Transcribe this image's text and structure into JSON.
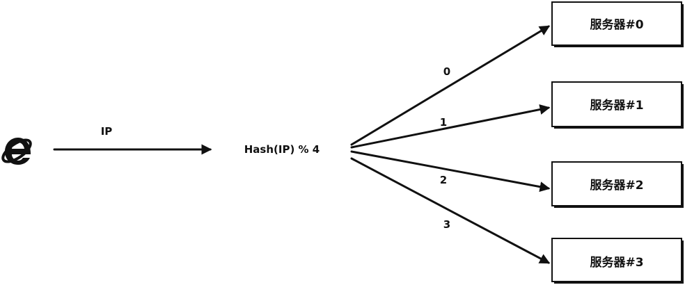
{
  "client": {
    "icon": "internet-explorer-icon"
  },
  "request": {
    "label": "IP"
  },
  "hash": {
    "label": "Hash(IP) % 4"
  },
  "routes": [
    {
      "index": "0",
      "server": "服务器#0"
    },
    {
      "index": "1",
      "server": "服务器#1"
    },
    {
      "index": "2",
      "server": "服务器#2"
    },
    {
      "index": "3",
      "server": "服务器#3"
    }
  ]
}
